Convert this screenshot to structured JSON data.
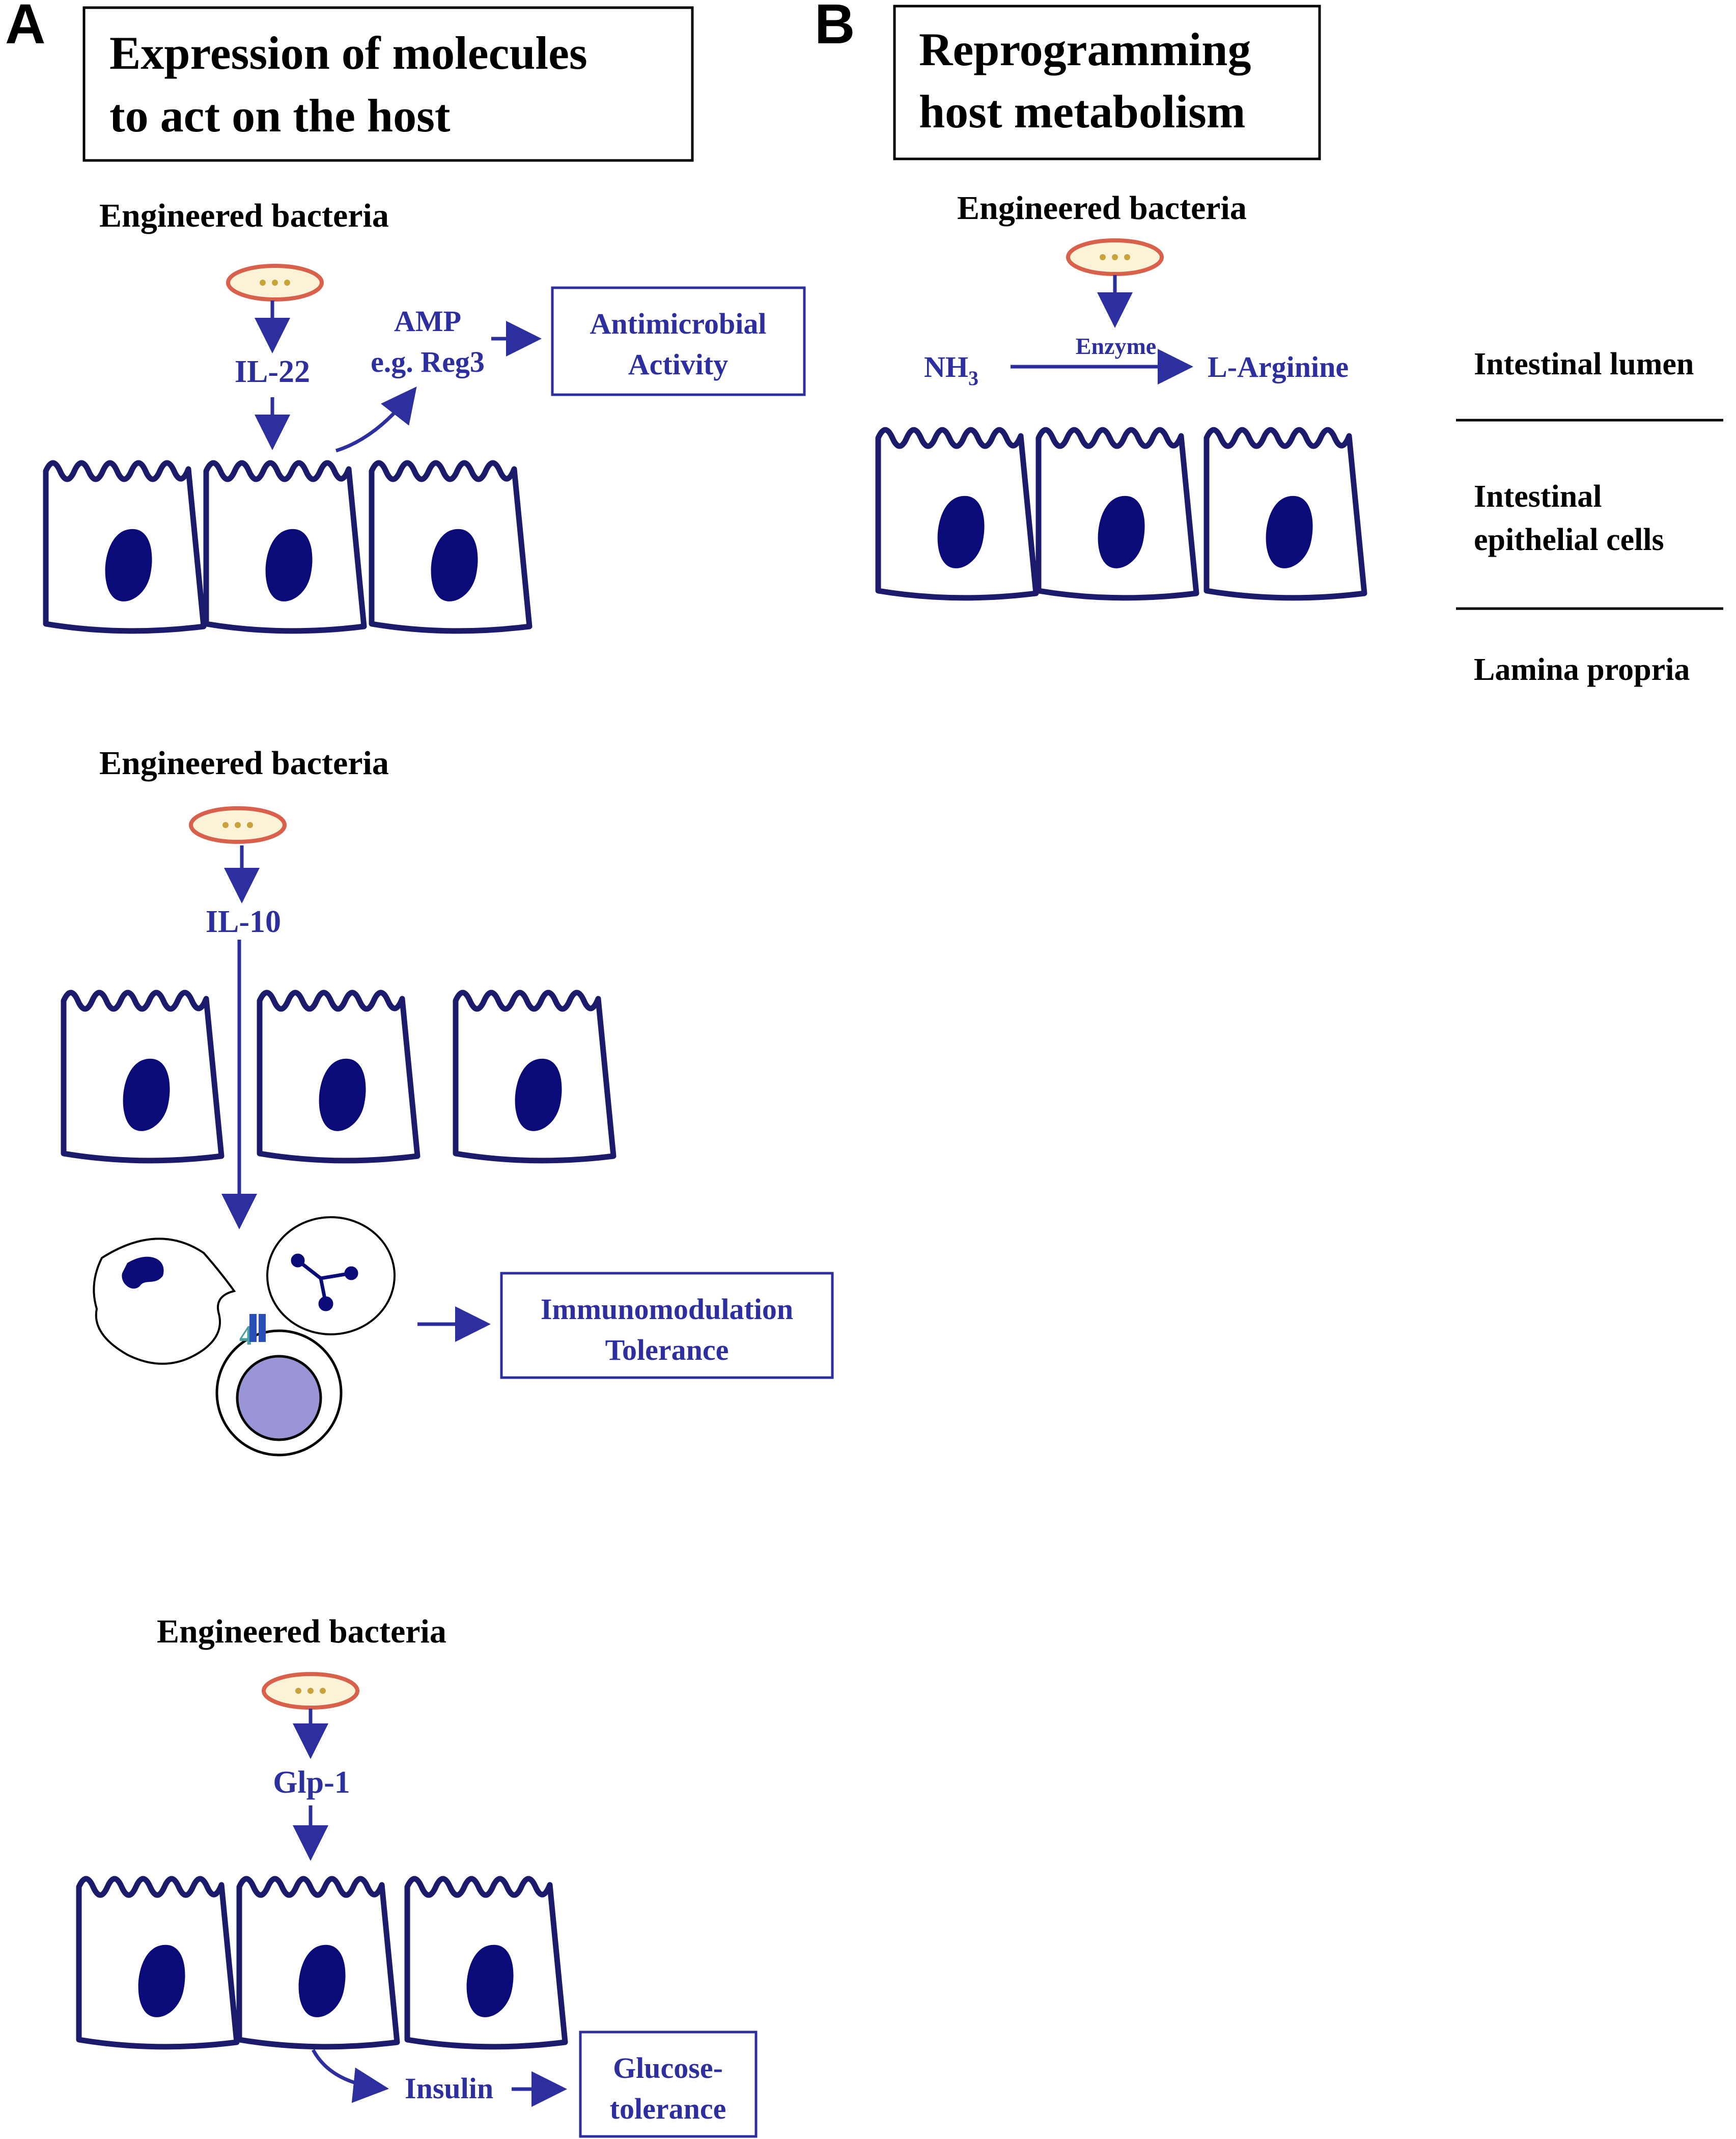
{
  "panel_a": {
    "letter": "A",
    "title_line1": "Expression of molecules",
    "title_line2": "to act on the host",
    "il22": {
      "source": "Engineered bacteria",
      "molecule": "IL-22",
      "amp_line1": "AMP",
      "amp_line2": "e.g. Reg3",
      "outcome_line1": "Antimicrobial",
      "outcome_line2": "Activity"
    },
    "il10": {
      "source": "Engineered bacteria",
      "molecule": "IL-10",
      "outcome_line1": "Immunomodulation",
      "outcome_line2": "Tolerance"
    },
    "glp1": {
      "source": "Engineered bacteria",
      "molecule": "Glp-1",
      "product": "Insulin",
      "outcome_line1": "Glucose-",
      "outcome_line2": "tolerance"
    }
  },
  "panel_b": {
    "letter": "B",
    "title_line1": "Reprogramming",
    "title_line2": "host metabolism",
    "source": "Engineered bacteria",
    "substrate": "NH",
    "substrate_sub": "3",
    "enzyme": "Enzyme",
    "product": "L-Arginine"
  },
  "legend": {
    "lumen": "Intestinal lumen",
    "epithelial_line1": "Intestinal",
    "epithelial_line2": "epithelial cells",
    "lamina": "Lamina propria"
  },
  "colors": {
    "accent": "#2e2f9e",
    "cell_outline": "#1c1b6b",
    "nucleus": "#0a0a78",
    "bacterium_outline": "#d9604a",
    "bacterium_fill": "#fbf3d8",
    "bacterium_dots": "#c9a23c",
    "lymphocyte_nucleus": "#9a95d6",
    "receptor": "#2b4fb8",
    "receptor_label": "#4aa0a0"
  }
}
